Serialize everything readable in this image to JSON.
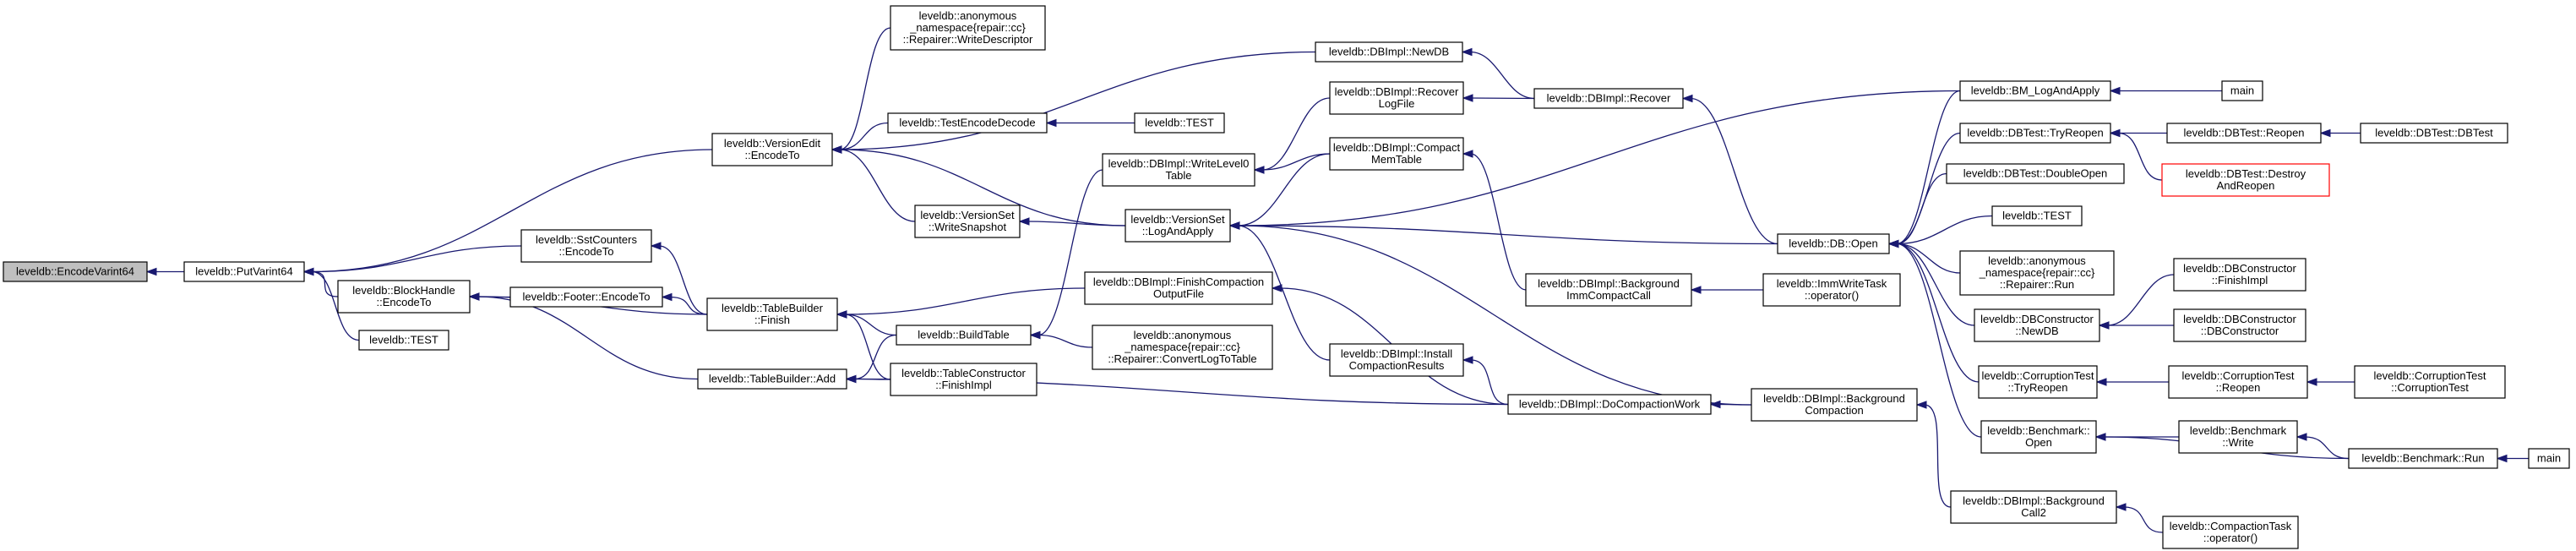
{
  "colors": {
    "edge": "#191970",
    "root_fill": "#bfbfbf",
    "highlight_border": "#ff0000"
  },
  "nodes": [
    {
      "id": "encodevarint64",
      "lines": [
        "leveldb::EncodeVarint64"
      ]
    },
    {
      "id": "putvarint64",
      "lines": [
        "leveldb::PutVarint64"
      ]
    },
    {
      "id": "versionedit-encodeto",
      "lines": [
        "leveldb::VersionEdit",
        "::EncodeTo"
      ]
    },
    {
      "id": "sstcounters-encodeto",
      "lines": [
        "leveldb::SstCounters",
        "::EncodeTo"
      ]
    },
    {
      "id": "blockhandle-encodeto",
      "lines": [
        "leveldb::BlockHandle",
        "::EncodeTo"
      ]
    },
    {
      "id": "test-1",
      "lines": [
        "leveldb::TEST"
      ]
    },
    {
      "id": "repairer-writedescriptor",
      "lines": [
        "leveldb::anonymous",
        "_namespace{repair::cc}",
        "::Repairer::WriteDescriptor"
      ]
    },
    {
      "id": "testencodedecode",
      "lines": [
        "leveldb::TestEncodeDecode"
      ]
    },
    {
      "id": "versionset-writesnapshot",
      "lines": [
        "leveldb::VersionSet",
        "::WriteSnapshot"
      ]
    },
    {
      "id": "footer-encodeto",
      "lines": [
        "leveldb::Footer::EncodeTo"
      ]
    },
    {
      "id": "tablebuilder-finish",
      "lines": [
        "leveldb::TableBuilder",
        "::Finish"
      ]
    },
    {
      "id": "tablebuilder-add",
      "lines": [
        "leveldb::TableBuilder::Add"
      ]
    },
    {
      "id": "dbimpl-newdb",
      "lines": [
        "leveldb::DBImpl::NewDB"
      ]
    },
    {
      "id": "test-2",
      "lines": [
        "leveldb::TEST"
      ]
    },
    {
      "id": "dbimpl-writelevel0table",
      "lines": [
        "leveldb::DBImpl::WriteLevel0",
        "Table"
      ]
    },
    {
      "id": "versionset-logandapply",
      "lines": [
        "leveldb::VersionSet",
        "::LogAndApply"
      ]
    },
    {
      "id": "dbimpl-finishcompactionoutputfile",
      "lines": [
        "leveldb::DBImpl::FinishCompaction",
        "OutputFile"
      ]
    },
    {
      "id": "buildtable",
      "lines": [
        "leveldb::BuildTable"
      ]
    },
    {
      "id": "repairer-convertlogtotable",
      "lines": [
        "leveldb::anonymous",
        "_namespace{repair::cc}",
        "::Repairer::ConvertLogToTable"
      ]
    },
    {
      "id": "tableconstructor-finishimpl",
      "lines": [
        "leveldb::TableConstructor",
        "::FinishImpl"
      ]
    },
    {
      "id": "dbimpl-recoverlogfile",
      "lines": [
        "leveldb::DBImpl::Recover",
        "LogFile"
      ]
    },
    {
      "id": "dbimpl-compactmemtable",
      "lines": [
        "leveldb::DBImpl::Compact",
        "MemTable"
      ]
    },
    {
      "id": "dbimpl-installcompactionresults",
      "lines": [
        "leveldb::DBImpl::Install",
        "CompactionResults"
      ]
    },
    {
      "id": "dbimpl-recover",
      "lines": [
        "leveldb::DBImpl::Recover"
      ]
    },
    {
      "id": "dbimpl-backgroundimmcompactcall",
      "lines": [
        "leveldb::DBImpl::Background",
        "ImmCompactCall"
      ]
    },
    {
      "id": "dbimpl-docompactionwork",
      "lines": [
        "leveldb::DBImpl::DoCompactionWork"
      ]
    },
    {
      "id": "immwritetask-operator",
      "lines": [
        "leveldb::ImmWriteTask",
        "::operator()"
      ]
    },
    {
      "id": "db-open",
      "lines": [
        "leveldb::DB::Open"
      ]
    },
    {
      "id": "dbimpl-backgroundcompaction",
      "lines": [
        "leveldb::DBImpl::Background",
        "Compaction"
      ]
    },
    {
      "id": "dbimpl-backgroundcall2",
      "lines": [
        "leveldb::DBImpl::Background",
        "Call2"
      ]
    },
    {
      "id": "bm-logandapply",
      "lines": [
        "leveldb::BM_LogAndApply"
      ]
    },
    {
      "id": "dbtest-tryreopen",
      "lines": [
        "leveldb::DBTest::TryReopen"
      ]
    },
    {
      "id": "dbtest-doubleopen",
      "lines": [
        "leveldb::DBTest::DoubleOpen"
      ]
    },
    {
      "id": "test-3",
      "lines": [
        "leveldb::TEST"
      ]
    },
    {
      "id": "repairer-run",
      "lines": [
        "leveldb::anonymous",
        "_namespace{repair::cc}",
        "::Repairer::Run"
      ]
    },
    {
      "id": "dbconstructor-newdb",
      "lines": [
        "leveldb::DBConstructor",
        "::NewDB"
      ]
    },
    {
      "id": "corruptiontest-tryreopen",
      "lines": [
        "leveldb::CorruptionTest",
        "::TryReopen"
      ]
    },
    {
      "id": "benchmark-open",
      "lines": [
        "leveldb::Benchmark::",
        "Open"
      ]
    },
    {
      "id": "compactiontask-operator",
      "lines": [
        "leveldb::CompactionTask",
        "::operator()"
      ]
    },
    {
      "id": "main-1",
      "lines": [
        "main"
      ]
    },
    {
      "id": "dbtest-reopen",
      "lines": [
        "leveldb::DBTest::Reopen"
      ]
    },
    {
      "id": "dbtest-destroyandreopen",
      "lines": [
        "leveldb::DBTest::Destroy",
        "AndReopen"
      ]
    },
    {
      "id": "dbconstructor-finishimpl",
      "lines": [
        "leveldb::DBConstructor",
        "::FinishImpl"
      ]
    },
    {
      "id": "dbconstructor-dbconstructor",
      "lines": [
        "leveldb::DBConstructor",
        "::DBConstructor"
      ]
    },
    {
      "id": "corruptiontest-reopen",
      "lines": [
        "leveldb::CorruptionTest",
        "::Reopen"
      ]
    },
    {
      "id": "benchmark-write",
      "lines": [
        "leveldb::Benchmark",
        "::Write"
      ]
    },
    {
      "id": "benchmark-run",
      "lines": [
        "leveldb::Benchmark::Run"
      ]
    },
    {
      "id": "dbtest-dbtest",
      "lines": [
        "leveldb::DBTest::DBTest"
      ]
    },
    {
      "id": "corruptiontest-corruptiontest",
      "lines": [
        "leveldb::CorruptionTest",
        "::CorruptionTest"
      ]
    },
    {
      "id": "main-2",
      "lines": [
        "main"
      ]
    }
  ],
  "edges": [
    {
      "from": "putvarint64",
      "to": "encodevarint64"
    },
    {
      "from": "versionedit-encodeto",
      "to": "putvarint64"
    },
    {
      "from": "sstcounters-encodeto",
      "to": "putvarint64"
    },
    {
      "from": "blockhandle-encodeto",
      "to": "putvarint64"
    },
    {
      "from": "test-1",
      "to": "putvarint64"
    },
    {
      "from": "repairer-writedescriptor",
      "to": "versionedit-encodeto"
    },
    {
      "from": "dbimpl-newdb",
      "to": "versionedit-encodeto"
    },
    {
      "from": "testencodedecode",
      "to": "versionedit-encodeto"
    },
    {
      "from": "versionset-writesnapshot",
      "to": "versionedit-encodeto"
    },
    {
      "from": "versionset-logandapply",
      "to": "versionedit-encodeto"
    },
    {
      "from": "tablebuilder-finish",
      "to": "sstcounters-encodeto"
    },
    {
      "from": "footer-encodeto",
      "to": "blockhandle-encodeto"
    },
    {
      "from": "tablebuilder-finish",
      "to": "blockhandle-encodeto"
    },
    {
      "from": "tablebuilder-add",
      "to": "blockhandle-encodeto"
    },
    {
      "from": "dbimpl-recover",
      "to": "dbimpl-newdb"
    },
    {
      "from": "test-2",
      "to": "testencodedecode"
    },
    {
      "from": "versionset-logandapply",
      "to": "versionset-writesnapshot"
    },
    {
      "from": "tablebuilder-finish",
      "to": "footer-encodeto"
    },
    {
      "from": "buildtable",
      "to": "tablebuilder-finish"
    },
    {
      "from": "dbimpl-finishcompactionoutputfile",
      "to": "tablebuilder-finish"
    },
    {
      "from": "tableconstructor-finishimpl",
      "to": "tablebuilder-finish"
    },
    {
      "from": "buildtable",
      "to": "tablebuilder-add"
    },
    {
      "from": "tableconstructor-finishimpl",
      "to": "tablebuilder-add"
    },
    {
      "from": "dbimpl-docompactionwork",
      "to": "tablebuilder-add"
    },
    {
      "from": "dbimpl-recoverlogfile",
      "to": "dbimpl-writelevel0table"
    },
    {
      "from": "dbimpl-compactmemtable",
      "to": "dbimpl-writelevel0table"
    },
    {
      "from": "dbimpl-writelevel0table",
      "to": "buildtable"
    },
    {
      "from": "dbimpl-compactmemtable",
      "to": "versionset-logandapply"
    },
    {
      "from": "bm-logandapply",
      "to": "versionset-logandapply"
    },
    {
      "from": "db-open",
      "to": "versionset-logandapply"
    },
    {
      "from": "dbimpl-installcompactionresults",
      "to": "versionset-logandapply"
    },
    {
      "from": "dbimpl-backgroundcompaction",
      "to": "versionset-logandapply"
    },
    {
      "from": "dbimpl-docompactionwork",
      "to": "dbimpl-finishcompactionoutputfile"
    },
    {
      "from": "repairer-convertlogtotable",
      "to": "buildtable"
    },
    {
      "from": "dbimpl-recover",
      "to": "dbimpl-recoverlogfile"
    },
    {
      "from": "dbimpl-backgroundimmcompactcall",
      "to": "dbimpl-compactmemtable"
    },
    {
      "from": "dbimpl-docompactionwork",
      "to": "dbimpl-installcompactionresults"
    },
    {
      "from": "db-open",
      "to": "dbimpl-recover"
    },
    {
      "from": "immwritetask-operator",
      "to": "dbimpl-backgroundimmcompactcall"
    },
    {
      "from": "dbimpl-backgroundcompaction",
      "to": "dbimpl-docompactionwork"
    },
    {
      "from": "bm-logandapply",
      "to": "db-open"
    },
    {
      "from": "dbtest-tryreopen",
      "to": "db-open"
    },
    {
      "from": "dbtest-doubleopen",
      "to": "db-open"
    },
    {
      "from": "test-3",
      "to": "db-open"
    },
    {
      "from": "repairer-run",
      "to": "db-open"
    },
    {
      "from": "dbconstructor-newdb",
      "to": "db-open"
    },
    {
      "from": "corruptiontest-tryreopen",
      "to": "db-open"
    },
    {
      "from": "benchmark-open",
      "to": "db-open"
    },
    {
      "from": "dbimpl-backgroundcall2",
      "to": "dbimpl-backgroundcompaction"
    },
    {
      "from": "compactiontask-operator",
      "to": "dbimpl-backgroundcall2"
    },
    {
      "from": "main-1",
      "to": "bm-logandapply"
    },
    {
      "from": "dbtest-reopen",
      "to": "dbtest-tryreopen"
    },
    {
      "from": "dbtest-destroyandreopen",
      "to": "dbtest-tryreopen"
    },
    {
      "from": "dbconstructor-finishimpl",
      "to": "dbconstructor-newdb"
    },
    {
      "from": "dbconstructor-dbconstructor",
      "to": "dbconstructor-newdb"
    },
    {
      "from": "corruptiontest-reopen",
      "to": "corruptiontest-tryreopen"
    },
    {
      "from": "benchmark-write",
      "to": "benchmark-open"
    },
    {
      "from": "benchmark-run",
      "to": "benchmark-open"
    },
    {
      "from": "dbtest-dbtest",
      "to": "dbtest-reopen"
    },
    {
      "from": "corruptiontest-corruptiontest",
      "to": "corruptiontest-reopen"
    },
    {
      "from": "benchmark-run",
      "to": "benchmark-write"
    },
    {
      "from": "main-2",
      "to": "benchmark-run"
    }
  ]
}
